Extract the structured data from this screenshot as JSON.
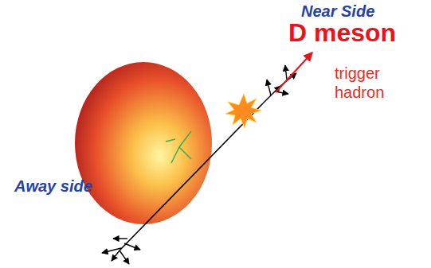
{
  "diagram": {
    "labels": [
      "Near Side",
      "D meson",
      "trigger hadron",
      "Away side"
    ]
  }
}
